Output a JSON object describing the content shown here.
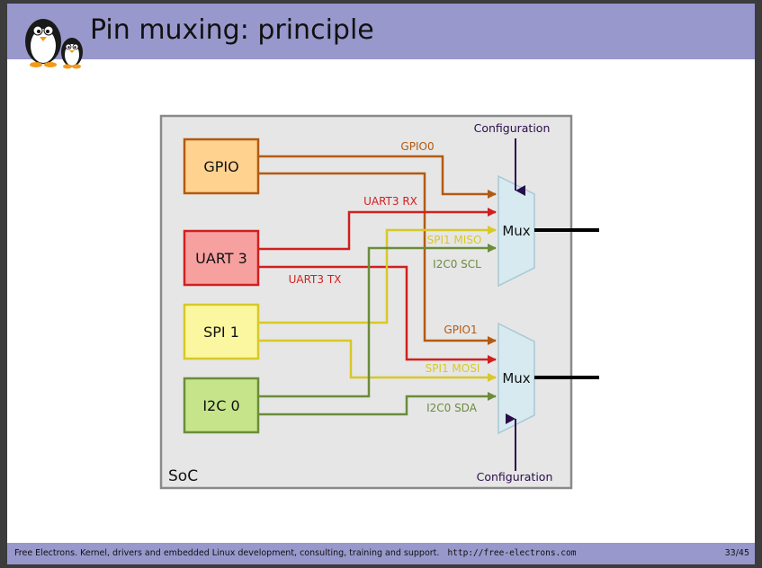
{
  "header": {
    "title": "Pin muxing: principle"
  },
  "diagram": {
    "soc_label": "SoC",
    "config_top": "Configuration",
    "config_bottom": "Configuration",
    "blocks": {
      "gpio": "GPIO",
      "uart": "UART 3",
      "spi": "SPI 1",
      "i2c": "I2C 0"
    },
    "mux_top": "Mux",
    "mux_bottom": "Mux",
    "signals": {
      "gpio0": "GPIO0",
      "uart3_rx": "UART3 RX",
      "spi1_miso": "SPI1 MISO",
      "i2c0_scl": "I2C0 SCL",
      "uart3_tx": "UART3 TX",
      "gpio1": "GPIO1",
      "spi1_mosi": "SPI1 MOSI",
      "i2c0_sda": "I2C0 SDA"
    },
    "colors": {
      "gpio_fill": "#ffd290",
      "gpio_stroke": "#b35a10",
      "uart_fill": "#f7a0a0",
      "uart_stroke": "#d02020",
      "spi_fill": "#fbf7a0",
      "spi_stroke": "#d8c828",
      "i2c_fill": "#c6e48a",
      "i2c_stroke": "#6b8c3a",
      "mux_fill": "#d6eaf0",
      "config_arrow": "#2a0d4a"
    }
  },
  "footer": {
    "text": "Free Electrons. Kernel, drivers and embedded Linux development, consulting, training and support.",
    "url": "http://free-electrons.com",
    "page": "33/45"
  }
}
